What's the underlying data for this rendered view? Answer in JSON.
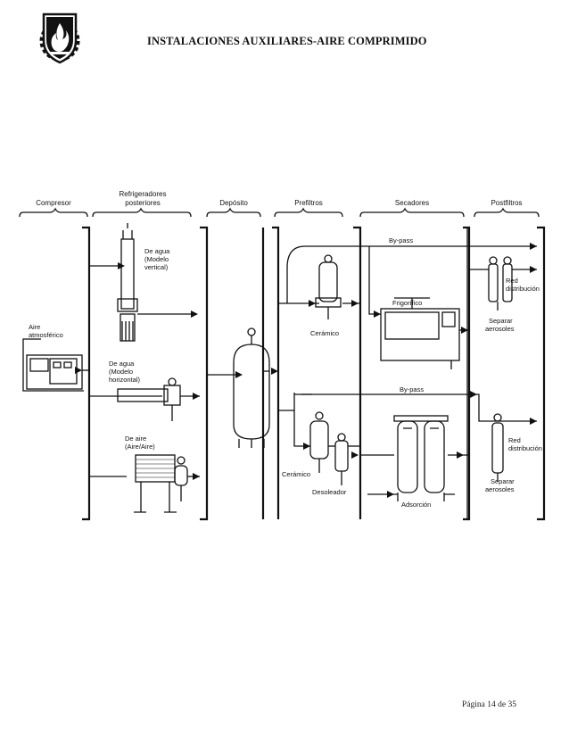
{
  "header": {
    "title": "INSTALACIONES AUXILIARES-AIRE COMPRIMIDO"
  },
  "diagram": {
    "stages": {
      "compresor": "Compresor",
      "refrigeradores_1": "Refrigeradores",
      "refrigeradores_2": "posteriores",
      "deposito": "Depósito",
      "prefiltros": "Prefiltros",
      "secadores": "Secadores",
      "postfiltros": "Postfiltros"
    },
    "labels": {
      "aire_1": "Aire",
      "aire_2": "atmosférico",
      "agua_v1": "De agua",
      "agua_v2": "(Modelo",
      "agua_v3": "vertical)",
      "agua_h1": "De agua",
      "agua_h2": "(Modelo",
      "agua_h3": "horizontal)",
      "aire_aire1": "De aire",
      "aire_aire2": "(Aire/Aire)",
      "bypass_top": "By-pass",
      "bypass_bottom": "By-pass",
      "frigorifico": "Frigorífico",
      "ceramico_top": "Cerámico",
      "ceramico_bottom": "Cerámico",
      "desoleador": "Desoleador",
      "adsorcion": "Adsorción",
      "red_top_1": "Red",
      "red_top_2": "distribución",
      "red_bot_1": "Red",
      "red_bot_2": "distribución",
      "sep_top_1": "Separar",
      "sep_top_2": "aerosoles",
      "sep_bot_1": "Separar",
      "sep_bot_2": "aerosoles"
    }
  },
  "footer": {
    "page": "Página 14 de 35"
  }
}
